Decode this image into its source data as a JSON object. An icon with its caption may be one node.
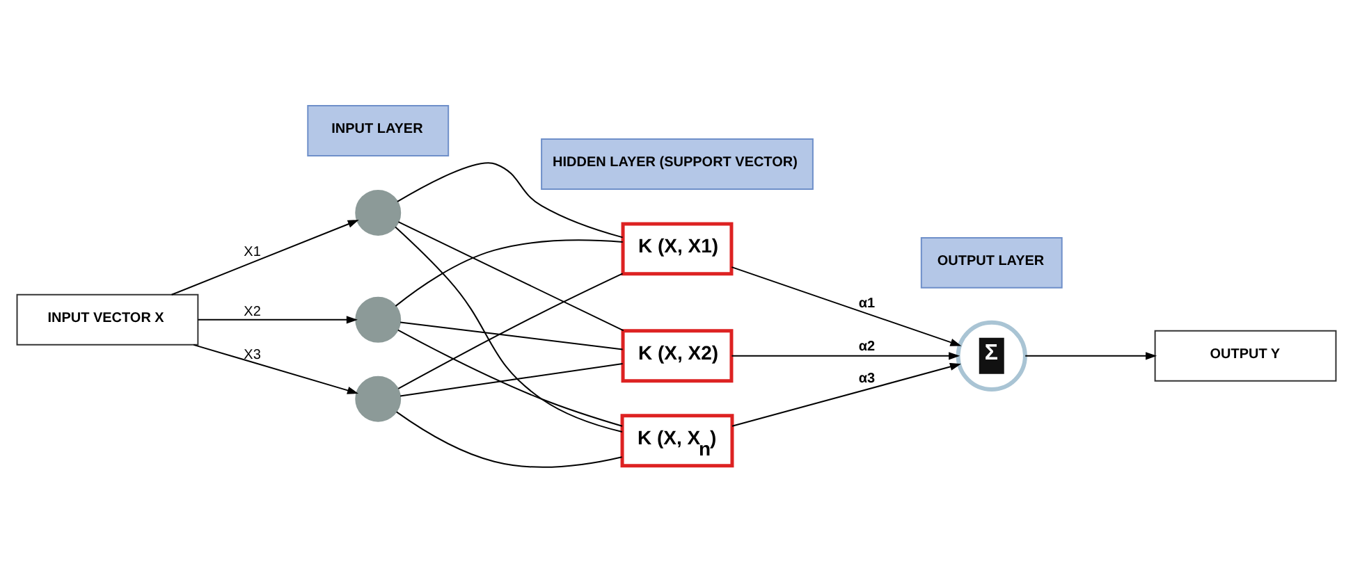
{
  "diagram": {
    "nodes": [
      {
        "text": [
          "INPUT VECTOR X"
        ]
      },
      {
        "text": [],
        "shape": "circle"
      },
      {
        "text": [],
        "shape": "circle"
      },
      {
        "text": [],
        "shape": "circle"
      },
      {
        "text": [
          "K (X, X1)"
        ]
      },
      {
        "text": [
          "K (X, X2)"
        ]
      },
      {
        "text": [
          "K (X, X$_{n}$)"
        ]
      },
      {
        "text": [
          "Σ"
        ]
      },
      {
        "text": [
          "OUTPUT Y"
        ]
      },
      {
        "text": [
          "INPUT LAYER"
        ]
      },
      {
        "text": [
          "HIDDEN LAYER (SUPPORT VECTOR)"
        ]
      },
      {
        "text": [
          "OUTPUT LAYER"
        ]
      }
    ],
    "edges": [
      {
        "from": 0,
        "to": 1,
        "arrow": "to",
        "label": "X1"
      },
      {
        "from": 0,
        "to": 2,
        "arrow": "to",
        "label": "X2"
      },
      {
        "from": 0,
        "to": 3,
        "arrow": "to",
        "label": "X3"
      },
      {
        "from": 1,
        "to": 4,
        "arrow": "none"
      },
      {
        "from": 1,
        "to": 5,
        "arrow": "none"
      },
      {
        "from": 1,
        "to": 6,
        "arrow": "none"
      },
      {
        "from": 2,
        "to": 4,
        "arrow": "none"
      },
      {
        "from": 2,
        "to": 5,
        "arrow": "none"
      },
      {
        "from": 2,
        "to": 6,
        "arrow": "none"
      },
      {
        "from": 3,
        "to": 4,
        "arrow": "none"
      },
      {
        "from": 3,
        "to": 5,
        "arrow": "none"
      },
      {
        "from": 3,
        "to": 6,
        "arrow": "none"
      },
      {
        "from": 4,
        "to": 7,
        "arrow": "to",
        "label": "α1"
      },
      {
        "from": 5,
        "to": 7,
        "arrow": "to",
        "label": "α2"
      },
      {
        "from": 6,
        "to": 7,
        "arrow": "to",
        "label": "α3"
      },
      {
        "from": 7,
        "to": 8,
        "arrow": "to"
      }
    ]
  }
}
